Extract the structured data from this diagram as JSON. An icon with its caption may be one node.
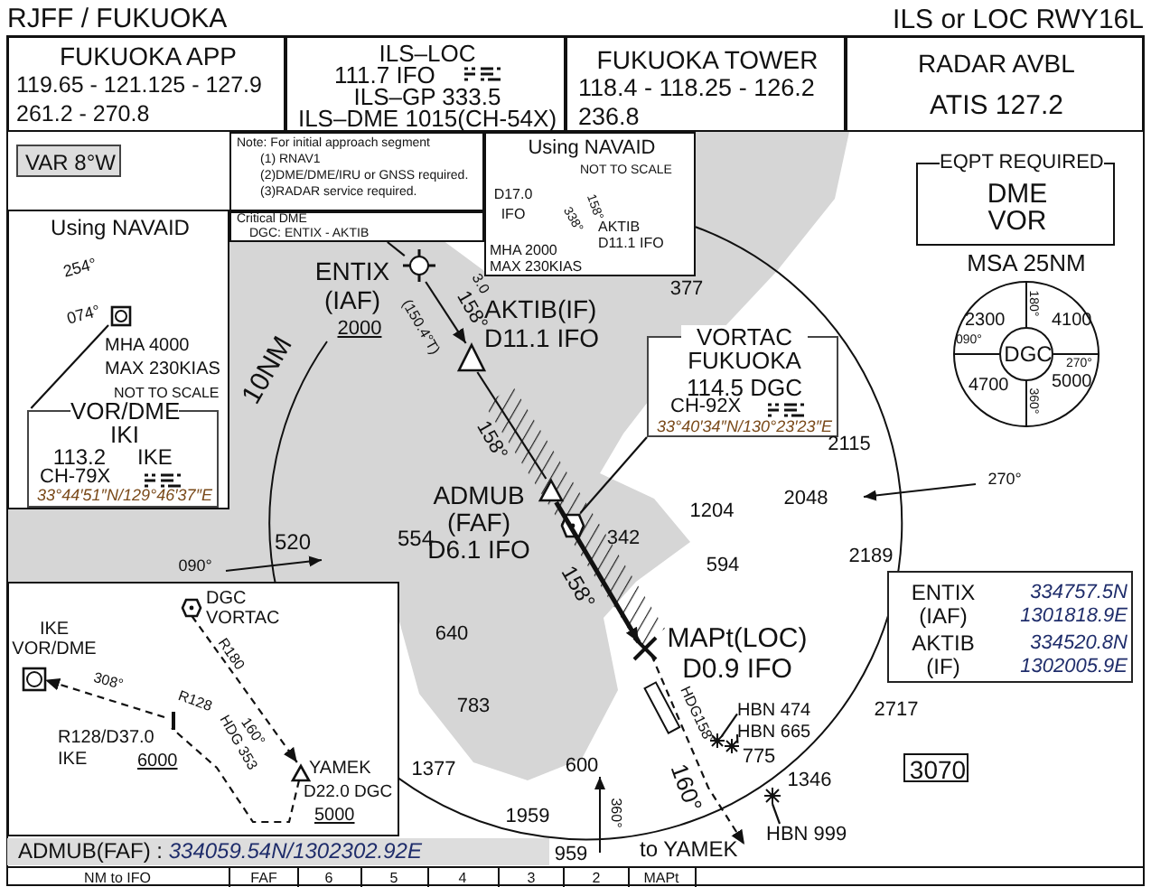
{
  "diagram": {
    "title": "RJFF / FUKUOKA",
    "nodes": [
      {
        "text": [
          "FUKUOKA APP",
          "119.65 - 121.125 - 127.9 261.2 - 270.8"
        ]
      },
      {
        "text": [
          "ILS–LOC",
          "111.7 IFO",
          "ILS–GP 333.5",
          "ILS–DME 1015(CH-54X)"
        ]
      },
      {
        "text": [
          "FUKUOKA TOWER",
          "118.4 - 118.25 - 126.2 236.8"
        ]
      },
      {
        "text": [
          "RADAR AVBL",
          "ATIS 127.2"
        ]
      },
      {
        "text": [
          "VAR 8°W"
        ]
      },
      {
        "text": [
          "Note: For initial approach segment",
          "(1) RNAV1",
          "(2)DME/DME/IRU or GNSS required.",
          "(3)RADAR service required."
        ]
      },
      {
        "text": [
          "Critical DME",
          "DGC: ENTIX - AKTIB"
        ]
      },
      {
        "text": [
          "Using NAVAID",
          "NOT TO SCALE",
          "D17.0 IFO",
          "158°",
          "338°",
          "AKTIB D11.1 IFO",
          "MHA 2000 MAX 230KIAS"
        ]
      },
      {
        "text": [
          "Using NAVAID",
          "254°",
          "074°",
          "MHA 4000 MAX 230KIAS",
          "NOT TO SCALE"
        ]
      },
      {
        "text": [
          "VOR/DME IKI",
          "113.2",
          "IKE",
          "CH-79X",
          "33°44′51″N/129°46′37″E"
        ],
        "in": 8
      },
      {
        "text": [],
        "shape": "box",
        "in": 8
      },
      {
        "text": [
          "EQPT REQUIRED",
          "DME VOR"
        ]
      },
      {
        "text": [
          "MSA 25NM",
          "180°",
          "2300",
          "4100",
          "090°",
          "270°",
          "4700",
          "5000",
          "360°"
        ]
      },
      {
        "text": [
          "DGC"
        ],
        "in": 12
      },
      {
        "text": [
          "VORTAC FUKUOKA",
          "114.5 DGC",
          "CH-92X",
          "33°40′34″N/130°23′23″E"
        ]
      },
      {
        "text": [],
        "shape": "hexagon"
      },
      {
        "text": [],
        "shape": "circle",
        "beside": [
          "ENTIX (IAF)",
          "2000"
        ]
      },
      {
        "text": [],
        "shape": "triangle",
        "beside": [
          "AKTIB(IF) D11.1 IFO"
        ]
      },
      {
        "text": [],
        "shape": "triangle",
        "beside": [
          "ADMUB (FAF) D6.1 IFO"
        ]
      },
      {
        "text": [],
        "shape": "cross",
        "beside": [
          "MAPt(LOC) D0.9 IFO"
        ]
      },
      {
        "text": [
          "to YAMEK"
        ]
      },
      {
        "text": [],
        "shape": "box"
      },
      {
        "text": [],
        "shape": "box",
        "in": 21,
        "beside": [
          "IKE VOR/DME"
        ]
      },
      {
        "text": [],
        "shape": "hexagon",
        "in": 21,
        "beside": [
          "DGC VORTAC"
        ]
      },
      {
        "text": [],
        "shape": "triangle",
        "in": 21,
        "beside": [
          "YAMEK",
          "D22.0 DGC",
          "5000"
        ]
      },
      {
        "text": [],
        "shape": "bar",
        "in": 21,
        "beside": [
          "R128/D37.0 IKE",
          "6000"
        ]
      },
      {
        "text": [
          "ENTIX (IAF)",
          "334757.5N 1301818.9E",
          "AKTIB (IF)",
          "334520.8N 1302005.9E"
        ]
      },
      {
        "text": [
          "3070"
        ]
      },
      {
        "text": [
          "ADMUB(FAF) : *334059.54N/1302302.92E*"
        ]
      },
      {
        "text": [
          "HBN 474"
        ]
      },
      {
        "text": [],
        "shape": "star"
      },
      {
        "text": [
          "HBN 665"
        ]
      },
      {
        "text": [],
        "shape": "star"
      },
      {
        "text": [
          "HBN 999"
        ]
      },
      {
        "text": [],
        "shape": "star"
      }
    ],
    "edges": [
      {
        "from": 9,
        "to": 10,
        "arrow": "none"
      },
      {
        "from": 14,
        "to": 15,
        "arrow": "none"
      },
      {
        "from": 16,
        "to": 17,
        "arrow": "to",
        "label": "158°"
      },
      {
        "from": 17,
        "to": 18,
        "arrow": "none",
        "label": "158°"
      },
      {
        "from": 18,
        "to": 19,
        "arrow": "to",
        "label": "158°",
        "style": "thick"
      },
      {
        "from": 19,
        "to": 20,
        "arrow": "to",
        "label": "160°",
        "style": "dashed"
      },
      {
        "from": 23,
        "to": 24,
        "arrow": "to",
        "label": "160°",
        "style": "dashed"
      },
      {
        "from": 24,
        "to": 25,
        "arrow": "none",
        "label": "HDG 353",
        "style": "dashed"
      },
      {
        "from": 25,
        "to": 22,
        "arrow": "to",
        "label": "308°",
        "style": "dashed"
      },
      {
        "from": 29,
        "to": 30,
        "arrow": "none"
      },
      {
        "from": 31,
        "to": 32,
        "arrow": "none"
      },
      {
        "from": 33,
        "to": 34,
        "arrow": "none"
      },
      {
        "from": 6,
        "to": 16,
        "arrow": "none"
      }
    ],
    "labels": [
      "ILS or LOC RWY16L",
      "3.0",
      "(150.4°T)",
      "10NM",
      "377",
      "2115",
      "2048",
      "090°",
      "520",
      "554",
      "1204",
      "342",
      "270°",
      "594",
      "2189",
      "640",
      "783",
      "HDG158°",
      "2717",
      "600",
      "775",
      "1346",
      "360°",
      "1959",
      "959",
      "1377",
      "R180",
      "R128",
      "NM to IFO",
      "FAF",
      "6",
      "5",
      "4",
      "3",
      "2",
      "MAPt"
    ]
  }
}
